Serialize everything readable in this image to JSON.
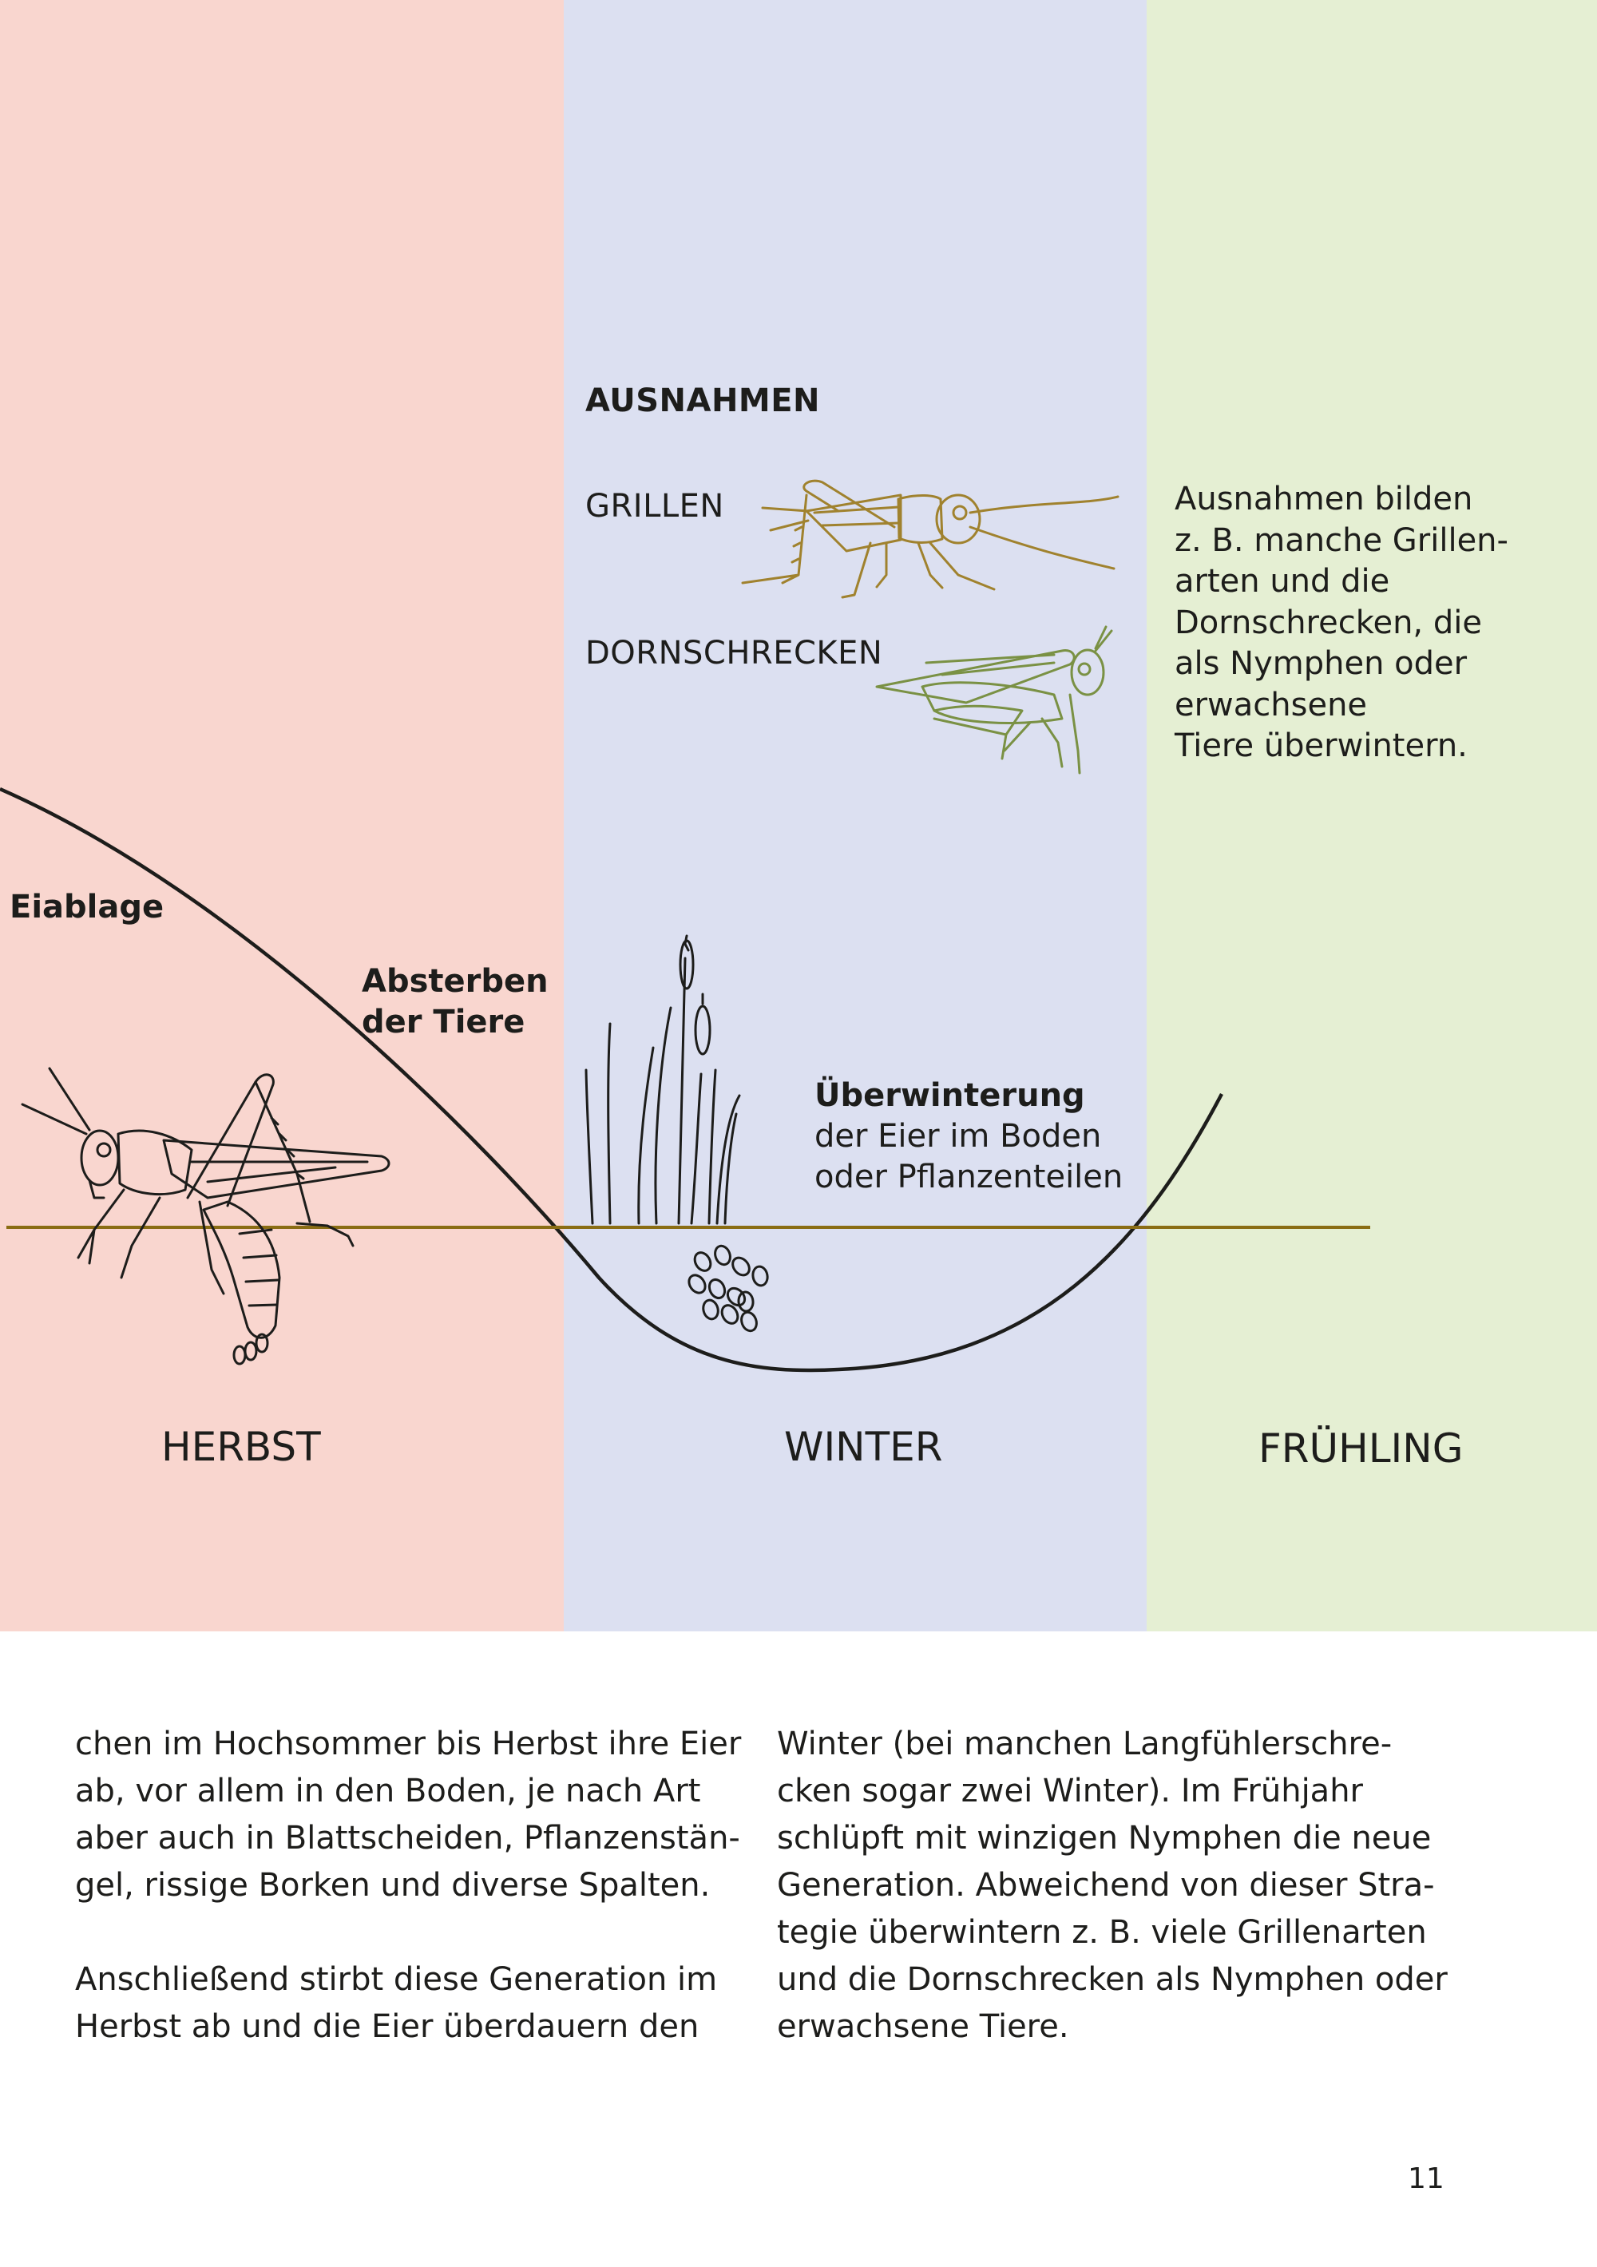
{
  "diagram": {
    "seasons": [
      {
        "label": "HERBST",
        "color": "#f9d6cf"
      },
      {
        "label": "WINTER",
        "color": "#dce0f1"
      },
      {
        "label": "FRÜHLING",
        "color": "#e5efd3"
      }
    ],
    "labels": {
      "egg_laying": "Eiablage",
      "dying_off": "Absterben\nder Tiere",
      "overwintering_title": "Überwinterung",
      "overwintering_detail": "der Eier im Boden\noder Pflanzenteilen"
    },
    "exceptions": {
      "title": "AUSNAHMEN",
      "crickets": "GRILLEN",
      "groundhoppers": "DORNSCHRECKEN",
      "note": "Ausnahmen bilden\nz. B. manche Grillen-\narten und die\nDornschrecken, die\nals Nymphen  oder\nerwachsene\nTiere überwintern."
    },
    "colors": {
      "ground_line": "#8a6d14",
      "cricket_drawing": "#a0822e",
      "groundhopper_drawing": "#7a9144",
      "curve": "#1d1d1b"
    },
    "icons": [
      "grasshopper-laying-eggs-icon",
      "cricket-icon",
      "groundhopper-icon",
      "reed-plants-icon",
      "eggs-icon"
    ]
  },
  "body_text": {
    "left": [
      "chen im Hochsommer bis Herbst ihre Eier\nab, vor allem in den Boden, je nach Art\naber auch in Blattscheiden, Pflanzenstän-\ngel, rissige Borken und diverse Spalten.",
      "Anschließend stirbt diese Generation im\nHerbst ab und die Eier überdauern den"
    ],
    "right": [
      "Winter (bei manchen Langfühlerschre-\ncken sogar zwei Winter). Im Frühjahr\nschlüpft mit winzigen Nymphen die neue\nGeneration. Abweichend von dieser Stra-\ntegie überwintern z. B. viele Grillenarten\nund die Dornschrecken als Nymphen oder\nerwachsene Tiere."
    ]
  },
  "page_number": "11"
}
